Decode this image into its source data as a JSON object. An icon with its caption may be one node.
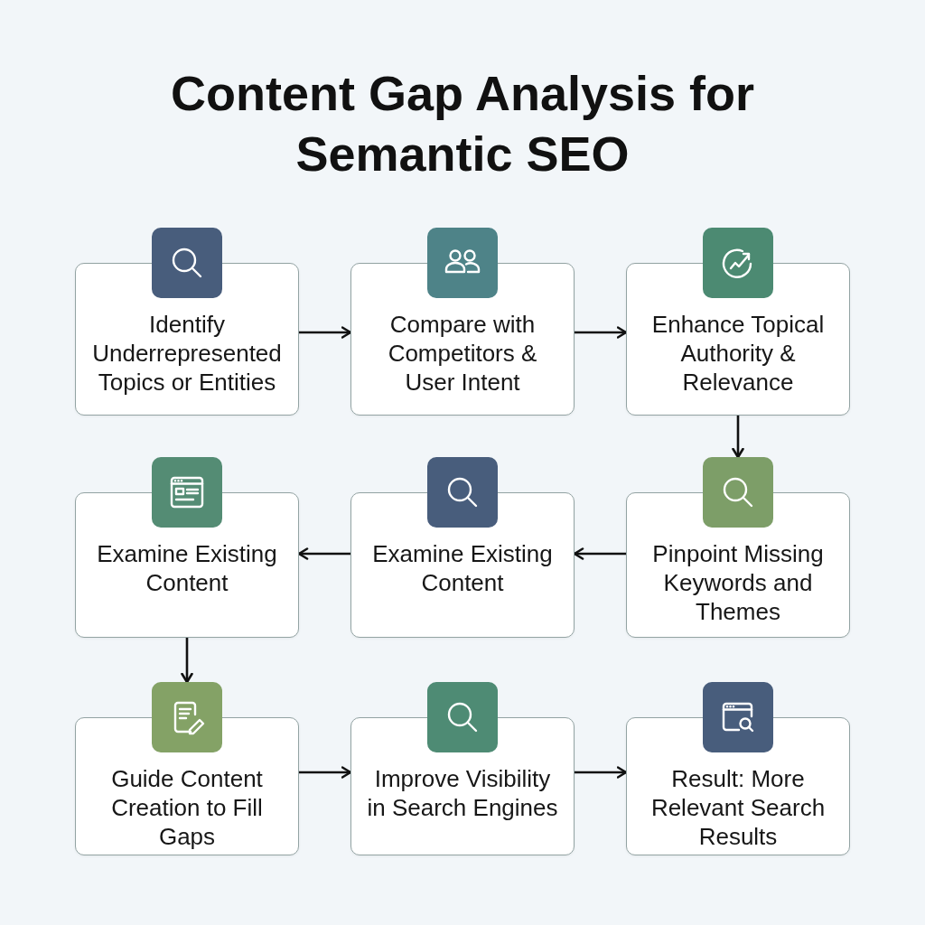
{
  "diagram": {
    "title": "Content Gap Analysis for Semantic SEO",
    "nodes": [
      {
        "text": [
          "Identify Underrepresented Topics or Entities"
        ]
      },
      {
        "text": [
          "Compare with Competitors & User Intent"
        ]
      },
      {
        "text": [
          "Enhance Topical Authority & Relevance"
        ]
      },
      {
        "text": [
          "Examine Existing Content"
        ]
      },
      {
        "text": [
          "Examine Existing Content"
        ]
      },
      {
        "text": [
          "Pinpoint Missing Keywords and Themes"
        ]
      },
      {
        "text": [
          "Guide Content Creation to Fill Gaps"
        ]
      },
      {
        "text": [
          "Improve Visibility in Search Engines"
        ]
      },
      {
        "text": [
          "Result: More Relevant Search Results"
        ]
      }
    ],
    "edges": [
      {
        "from": 0,
        "to": 1,
        "arrow": "to"
      },
      {
        "from": 1,
        "to": 2,
        "arrow": "to"
      },
      {
        "from": 2,
        "to": 5,
        "arrow": "to"
      },
      {
        "from": 5,
        "to": 4,
        "arrow": "to"
      },
      {
        "from": 4,
        "to": 3,
        "arrow": "to"
      },
      {
        "from": 3,
        "to": 6,
        "arrow": "to"
      },
      {
        "from": 6,
        "to": 7,
        "arrow": "to"
      },
      {
        "from": 7,
        "to": 8,
        "arrow": "to"
      }
    ]
  }
}
